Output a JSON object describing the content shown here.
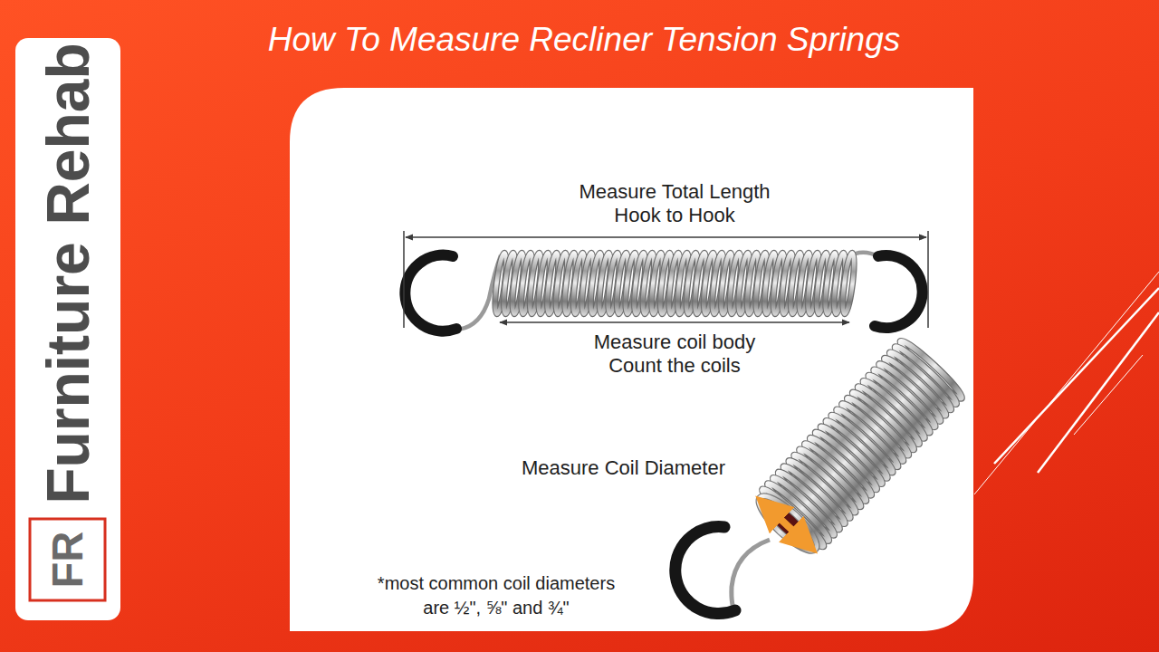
{
  "diagram": {
    "title": "How To Measure Recliner Tension Springs",
    "nodes": [
      {
        "text": [
          "Furniture Rehab",
          "FR"
        ]
      }
    ],
    "labels": [
      "Measure Total Length Hook to Hook",
      "Measure coil body Count the coils",
      "Measure Coil Diameter",
      "*most common coil diameters are ½\", ⅝\" and ¾\""
    ]
  }
}
